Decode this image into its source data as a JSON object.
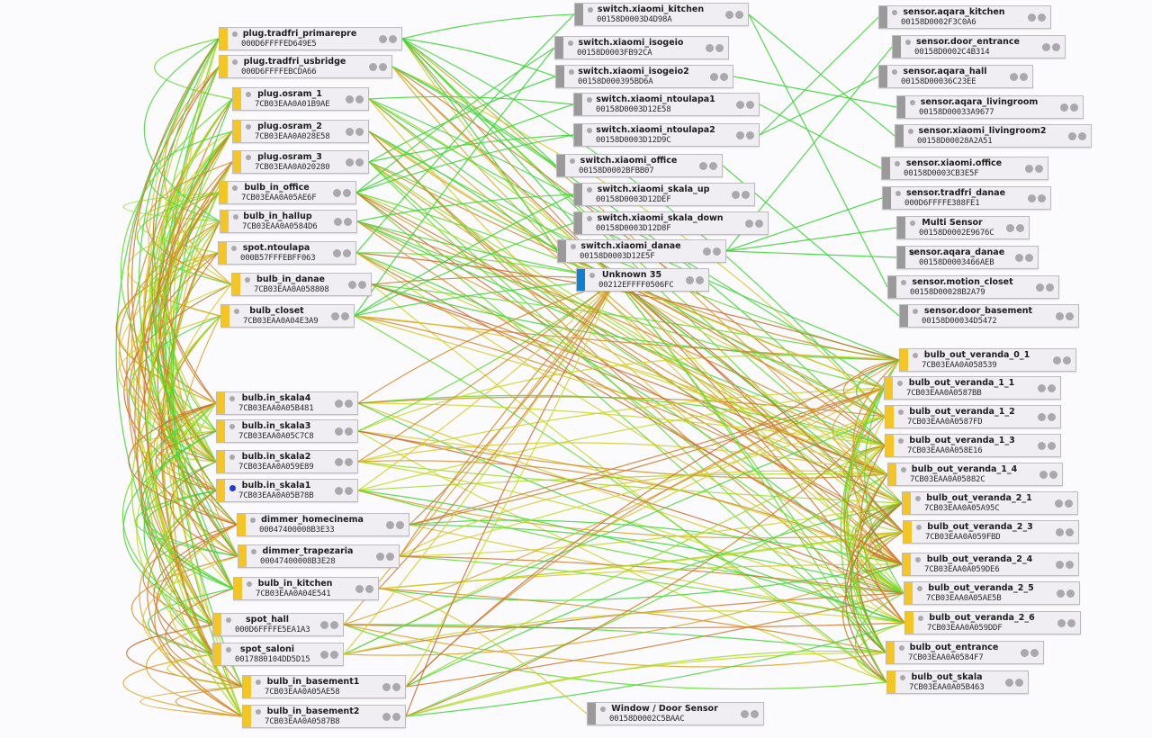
{
  "colors": {
    "router": "#f5c523",
    "end_device": "#9a9a9a",
    "coordinator": "#0f7fd0",
    "background": "#fbfafd"
  },
  "nodes": [
    {
      "name": "plug.tradfri_primarepre",
      "addr": "000D6FFFFED649E5",
      "kind": "router"
    },
    {
      "name": "plug.tradfri_usbridge",
      "addr": "000D6FFFFEBCDA66",
      "kind": "router"
    },
    {
      "name": "plug.osram_1",
      "addr": "7CB03EAA0A01B9AE",
      "kind": "router"
    },
    {
      "name": "plug.osram_2",
      "addr": "7CB03EAA0A028E58",
      "kind": "router"
    },
    {
      "name": "plug.osram_3",
      "addr": "7CB03EAA0A020280",
      "kind": "router"
    },
    {
      "name": "bulb_in_office",
      "addr": "7CB03EAA0A05AE6F",
      "kind": "router"
    },
    {
      "name": "bulb_in_hallup",
      "addr": "7CB03EAA0A0584D6",
      "kind": "router"
    },
    {
      "name": "spot.ntoulapa",
      "addr": "000B57FFFEBFF063",
      "kind": "router"
    },
    {
      "name": "bulb_in_danae",
      "addr": "7CB03EAA0A058808",
      "kind": "router"
    },
    {
      "name": "bulb_closet",
      "addr": "7CB03EAA0A04E3A9",
      "kind": "router"
    },
    {
      "name": "bulb.in_skala4",
      "addr": "7CB03EAA0A05B481",
      "kind": "router"
    },
    {
      "name": "bulb.in_skala3",
      "addr": "7CB03EAA0A05C7C8",
      "kind": "router"
    },
    {
      "name": "bulb.in_skala2",
      "addr": "7CB03EAA0A059E89",
      "kind": "router"
    },
    {
      "name": "bulb.in_skala1",
      "addr": "7CB03EAA0A05B78B",
      "kind": "router",
      "selected": true
    },
    {
      "name": "dimmer_homecinema",
      "addr": "00047400008B3E33",
      "kind": "router"
    },
    {
      "name": "dimmer_trapezaria",
      "addr": "00047400008B3E28",
      "kind": "router"
    },
    {
      "name": "bulb_in_kitchen",
      "addr": "7CB03EAA0A04E541",
      "kind": "router"
    },
    {
      "name": "spot_hall",
      "addr": "000D6FFFFE5EA1A3",
      "kind": "router"
    },
    {
      "name": "spot_saloni",
      "addr": "0017880104DD5D15",
      "kind": "router"
    },
    {
      "name": "bulb_in_basement1",
      "addr": "7CB03EAA0A05AE58",
      "kind": "router"
    },
    {
      "name": "bulb_in_basement2",
      "addr": "7CB03EAA0A0587B8",
      "kind": "router"
    },
    {
      "name": "switch.xiaomi_kitchen",
      "addr": "00158D0003D4D98A",
      "kind": "end_device"
    },
    {
      "name": "switch.xiaomi_isogeio",
      "addr": "00158D0003FB92CA",
      "kind": "end_device"
    },
    {
      "name": "switch.xiaomi_isogeio2",
      "addr": "00158D000395BD6A",
      "kind": "end_device"
    },
    {
      "name": "switch.xiaomi_ntoulapa1",
      "addr": "00158D0003D12E58",
      "kind": "end_device"
    },
    {
      "name": "switch.xiaomi_ntoulapa2",
      "addr": "00158D0003D12D9C",
      "kind": "end_device"
    },
    {
      "name": "switch.xiaomi_office",
      "addr": "00158D0002BFBB07",
      "kind": "end_device"
    },
    {
      "name": "switch.xiaomi_skala_up",
      "addr": "00158D0003D12DEF",
      "kind": "end_device"
    },
    {
      "name": "switch.xiaomi_skala_down",
      "addr": "00158D0003D12D8F",
      "kind": "end_device"
    },
    {
      "name": "switch.xiaomi_danae",
      "addr": "00158D0003D12E5F",
      "kind": "end_device"
    },
    {
      "name": "Unknown 35",
      "addr": "00212EFFFF0506FC",
      "kind": "coordinator"
    },
    {
      "name": "Window / Door Sensor",
      "addr": "00158D0002C5BAAC",
      "kind": "end_device"
    },
    {
      "name": "sensor.aqara_kitchen",
      "addr": "00158D0002F3C0A6",
      "kind": "end_device"
    },
    {
      "name": "sensor.door_entrance",
      "addr": "00158D0002C4B314",
      "kind": "end_device"
    },
    {
      "name": "sensor.aqara_hall",
      "addr": "00158D00036C23EE",
      "kind": "end_device"
    },
    {
      "name": "sensor.aqara_livingroom",
      "addr": "00158D00033A9677",
      "kind": "end_device"
    },
    {
      "name": "sensor.xiaomi_livingroom2",
      "addr": "00158D00028A2A51",
      "kind": "end_device"
    },
    {
      "name": "sensor.xiaomi.office",
      "addr": "00158D0003CB3E5F",
      "kind": "end_device"
    },
    {
      "name": "sensor.tradfri_danae",
      "addr": "000D6FFFFE388FE1",
      "kind": "end_device"
    },
    {
      "name": "Multi Sensor",
      "addr": "00158D0002E9676C",
      "kind": "end_device"
    },
    {
      "name": "sensor.aqara_danae",
      "addr": "00158D0003466AEB",
      "kind": "end_device"
    },
    {
      "name": "sensor.motion_closet",
      "addr": "00158D00028B2A79",
      "kind": "end_device"
    },
    {
      "name": "sensor.door_basement",
      "addr": "00158D00034D5472",
      "kind": "end_device"
    },
    {
      "name": "bulb_out_veranda_0_1",
      "addr": "7CB03EAA0A058539",
      "kind": "router"
    },
    {
      "name": "bulb_out_veranda_1_1",
      "addr": "7CB03EAA0A0587BB",
      "kind": "router"
    },
    {
      "name": "bulb_out_veranda_1_2",
      "addr": "7CB03EAA0A0587FD",
      "kind": "router"
    },
    {
      "name": "bulb_out_veranda_1_3",
      "addr": "7CB03EAA0A058E16",
      "kind": "router"
    },
    {
      "name": "bulb_out_veranda_1_4",
      "addr": "7CB03EAA0A05882C",
      "kind": "router"
    },
    {
      "name": "bulb_out_veranda_2_1",
      "addr": "7CB03EAA0A05A95C",
      "kind": "router"
    },
    {
      "name": "bulb_out_veranda_2_3",
      "addr": "7CB03EAA0A059FBD",
      "kind": "router"
    },
    {
      "name": "bulb_out_veranda_2_4",
      "addr": "7CB03EAA0A059DE6",
      "kind": "router"
    },
    {
      "name": "bulb_out_veranda_2_5",
      "addr": "7CB03EAA0A05AE5B",
      "kind": "router"
    },
    {
      "name": "bulb_out_veranda_2_6",
      "addr": "7CB03EAA0A059DDF",
      "kind": "router"
    },
    {
      "name": "bulb_out_entrance",
      "addr": "7CB03EAA0A0584F7",
      "kind": "router"
    },
    {
      "name": "bulb_out_skala",
      "addr": "7CB03EAA0A05B463",
      "kind": "router"
    }
  ]
}
